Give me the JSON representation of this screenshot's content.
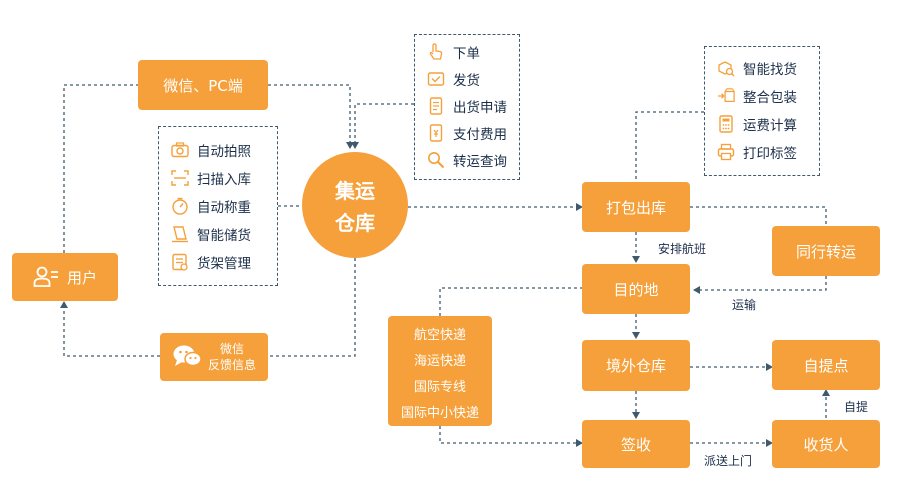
{
  "colors": {
    "accent": "#f5a03a",
    "line": "#3f5a6c",
    "text": "#1c2f4a"
  },
  "nodes": {
    "weixin_pc": "微信、PC端",
    "user": "用户",
    "hub_line1": "集运",
    "hub_line2": "仓库",
    "feedback_line1": "微信",
    "feedback_line2": "反馈信息",
    "pack_out": "打包出库",
    "destination": "目的地",
    "overseas_wh": "境外仓库",
    "sign": "签收",
    "peer_transfer": "同行转运",
    "pickup_point": "自提点",
    "receiver": "收货人"
  },
  "warehouse_features": [
    {
      "icon": "camera-icon",
      "label": "自动拍照"
    },
    {
      "icon": "scan-icon",
      "label": "扫描入库"
    },
    {
      "icon": "scale-icon",
      "label": "自动称重"
    },
    {
      "icon": "storage-icon",
      "label": "智能储货"
    },
    {
      "icon": "shelf-icon",
      "label": "货架管理"
    }
  ],
  "client_actions": [
    {
      "icon": "hand-pointer-icon",
      "label": "下单"
    },
    {
      "icon": "ship-box-icon",
      "label": "发货"
    },
    {
      "icon": "document-icon",
      "label": "出货申请"
    },
    {
      "icon": "payment-icon",
      "label": "支付费用"
    },
    {
      "icon": "magnifier-icon",
      "label": "转运查询"
    }
  ],
  "packing_features": [
    {
      "icon": "find-goods-icon",
      "label": "智能找货"
    },
    {
      "icon": "package-icon",
      "label": "整合包装"
    },
    {
      "icon": "calculator-icon",
      "label": "运费计算"
    },
    {
      "icon": "printer-icon",
      "label": "打印标签"
    }
  ],
  "shipping_methods": [
    "航空快递",
    "海运快递",
    "国际专线",
    "国际中小快递"
  ],
  "edge_labels": {
    "arrange_flight": "安排航班",
    "transport": "运输",
    "deliver": "派送上门",
    "self_pickup": "自提"
  }
}
